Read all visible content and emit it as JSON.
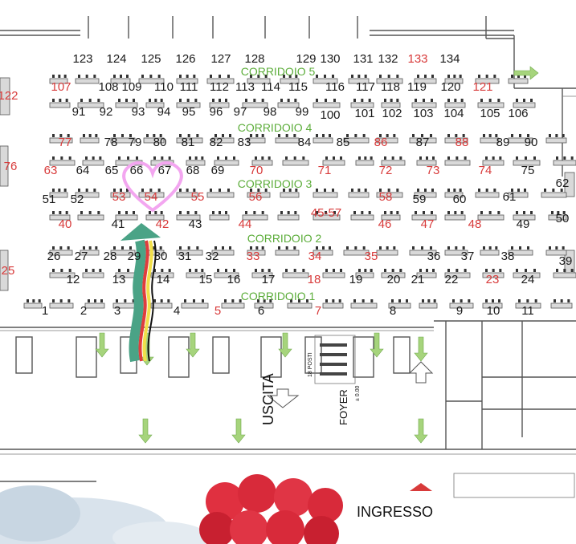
{
  "map": {
    "corridors": [
      "CORRIDOIO 5",
      "CORRIDOIO 4",
      "CORRIDOIO 3",
      "CORRIDOIO 2",
      "CORRIDOIO 1"
    ],
    "labels": {
      "uscita": "USCITA",
      "foyer": "FOYER",
      "ingresso": "INGRESSO",
      "posti": "18 POSTI",
      "foyer_level": "± 0.00"
    },
    "colors": {
      "red": "#d83a3a",
      "black": "#1a1a1a",
      "corridor": "#5cad3a",
      "heart": "#f3a6f0"
    },
    "booths": [
      {
        "n": "123",
        "c": "black"
      },
      {
        "n": "124",
        "c": "black"
      },
      {
        "n": "125",
        "c": "black"
      },
      {
        "n": "126",
        "c": "black"
      },
      {
        "n": "127",
        "c": "black"
      },
      {
        "n": "128",
        "c": "black"
      },
      {
        "n": "129",
        "c": "black"
      },
      {
        "n": "130",
        "c": "black"
      },
      {
        "n": "131",
        "c": "black"
      },
      {
        "n": "132",
        "c": "black"
      },
      {
        "n": "133",
        "c": "red"
      },
      {
        "n": "134",
        "c": "black"
      },
      {
        "n": "107",
        "c": "red"
      },
      {
        "n": "108",
        "c": "black"
      },
      {
        "n": "109",
        "c": "black"
      },
      {
        "n": "110",
        "c": "black"
      },
      {
        "n": "111",
        "c": "black"
      },
      {
        "n": "112",
        "c": "black"
      },
      {
        "n": "113",
        "c": "black"
      },
      {
        "n": "114",
        "c": "black"
      },
      {
        "n": "115",
        "c": "black"
      },
      {
        "n": "116",
        "c": "black"
      },
      {
        "n": "117",
        "c": "black"
      },
      {
        "n": "118",
        "c": "black"
      },
      {
        "n": "119",
        "c": "black"
      },
      {
        "n": "120",
        "c": "black"
      },
      {
        "n": "121",
        "c": "red"
      },
      {
        "n": "122",
        "c": "red"
      },
      {
        "n": "91",
        "c": "black"
      },
      {
        "n": "92",
        "c": "black"
      },
      {
        "n": "93",
        "c": "black"
      },
      {
        "n": "94",
        "c": "black"
      },
      {
        "n": "95",
        "c": "black"
      },
      {
        "n": "96",
        "c": "black"
      },
      {
        "n": "97",
        "c": "black"
      },
      {
        "n": "98",
        "c": "black"
      },
      {
        "n": "99",
        "c": "black"
      },
      {
        "n": "100",
        "c": "black"
      },
      {
        "n": "101",
        "c": "black"
      },
      {
        "n": "102",
        "c": "black"
      },
      {
        "n": "103",
        "c": "black"
      },
      {
        "n": "104",
        "c": "black"
      },
      {
        "n": "105",
        "c": "black"
      },
      {
        "n": "106",
        "c": "black"
      },
      {
        "n": "77",
        "c": "red"
      },
      {
        "n": "78",
        "c": "black"
      },
      {
        "n": "79",
        "c": "black"
      },
      {
        "n": "80",
        "c": "black"
      },
      {
        "n": "81",
        "c": "black"
      },
      {
        "n": "82",
        "c": "black"
      },
      {
        "n": "83",
        "c": "black"
      },
      {
        "n": "84",
        "c": "black"
      },
      {
        "n": "85",
        "c": "black"
      },
      {
        "n": "86",
        "c": "red"
      },
      {
        "n": "87",
        "c": "black"
      },
      {
        "n": "88",
        "c": "red"
      },
      {
        "n": "89",
        "c": "black"
      },
      {
        "n": "90",
        "c": "black"
      },
      {
        "n": "76",
        "c": "red"
      },
      {
        "n": "63",
        "c": "red"
      },
      {
        "n": "64",
        "c": "black"
      },
      {
        "n": "65",
        "c": "black"
      },
      {
        "n": "66",
        "c": "black"
      },
      {
        "n": "67",
        "c": "black"
      },
      {
        "n": "68",
        "c": "black"
      },
      {
        "n": "69",
        "c": "black"
      },
      {
        "n": "70",
        "c": "red"
      },
      {
        "n": "71",
        "c": "red"
      },
      {
        "n": "72",
        "c": "red"
      },
      {
        "n": "73",
        "c": "red"
      },
      {
        "n": "74",
        "c": "red"
      },
      {
        "n": "75",
        "c": "black"
      },
      {
        "n": "51",
        "c": "black"
      },
      {
        "n": "52",
        "c": "black"
      },
      {
        "n": "53",
        "c": "red"
      },
      {
        "n": "54",
        "c": "red"
      },
      {
        "n": "55",
        "c": "red"
      },
      {
        "n": "56",
        "c": "red"
      },
      {
        "n": "45-57",
        "c": "red"
      },
      {
        "n": "58",
        "c": "red"
      },
      {
        "n": "59",
        "c": "black"
      },
      {
        "n": "60",
        "c": "black"
      },
      {
        "n": "61",
        "c": "black"
      },
      {
        "n": "62",
        "c": "black"
      },
      {
        "n": "40",
        "c": "red"
      },
      {
        "n": "41",
        "c": "black"
      },
      {
        "n": "42",
        "c": "red"
      },
      {
        "n": "43",
        "c": "black"
      },
      {
        "n": "44",
        "c": "red"
      },
      {
        "n": "46",
        "c": "red"
      },
      {
        "n": "47",
        "c": "red"
      },
      {
        "n": "48",
        "c": "red"
      },
      {
        "n": "49",
        "c": "black"
      },
      {
        "n": "50",
        "c": "black"
      },
      {
        "n": "25",
        "c": "red"
      },
      {
        "n": "26",
        "c": "black"
      },
      {
        "n": "27",
        "c": "black"
      },
      {
        "n": "28",
        "c": "black"
      },
      {
        "n": "29",
        "c": "black"
      },
      {
        "n": "30",
        "c": "black"
      },
      {
        "n": "31",
        "c": "black"
      },
      {
        "n": "32",
        "c": "black"
      },
      {
        "n": "33",
        "c": "red"
      },
      {
        "n": "34",
        "c": "red"
      },
      {
        "n": "35",
        "c": "red"
      },
      {
        "n": "36",
        "c": "black"
      },
      {
        "n": "37",
        "c": "black"
      },
      {
        "n": "38",
        "c": "black"
      },
      {
        "n": "39",
        "c": "black"
      },
      {
        "n": "12",
        "c": "black"
      },
      {
        "n": "13",
        "c": "black"
      },
      {
        "n": "14",
        "c": "black"
      },
      {
        "n": "15",
        "c": "black"
      },
      {
        "n": "16",
        "c": "black"
      },
      {
        "n": "17",
        "c": "black"
      },
      {
        "n": "18",
        "c": "red"
      },
      {
        "n": "19",
        "c": "black"
      },
      {
        "n": "20",
        "c": "black"
      },
      {
        "n": "21",
        "c": "black"
      },
      {
        "n": "22",
        "c": "black"
      },
      {
        "n": "23",
        "c": "red"
      },
      {
        "n": "24",
        "c": "black"
      },
      {
        "n": "1",
        "c": "black"
      },
      {
        "n": "2",
        "c": "black"
      },
      {
        "n": "3",
        "c": "black"
      },
      {
        "n": "4",
        "c": "black"
      },
      {
        "n": "5",
        "c": "red"
      },
      {
        "n": "6",
        "c": "black"
      },
      {
        "n": "7",
        "c": "red"
      },
      {
        "n": "8",
        "c": "black"
      },
      {
        "n": "9",
        "c": "black"
      },
      {
        "n": "10",
        "c": "black"
      },
      {
        "n": "11",
        "c": "black"
      }
    ]
  }
}
